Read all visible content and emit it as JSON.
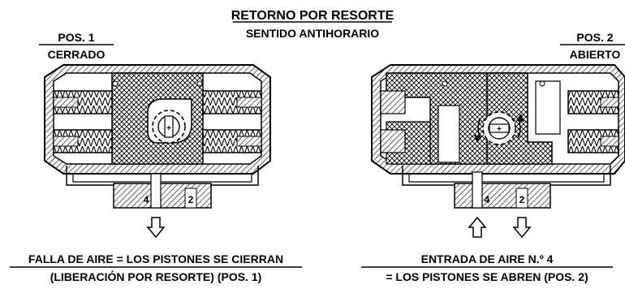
{
  "header": {
    "title": "RETORNO POR RESORTE",
    "subtitle": "SENTIDO ANTIHORARIO"
  },
  "left": {
    "pos_label": "POS. 1",
    "state_label": "CERRADO",
    "port_a": "4",
    "port_b": "2",
    "caption_line1": "FALLA DE AIRE = LOS PISTONES SE CIERRAN",
    "caption_line2": "(LIBERACIÓN POR RESORTE) (POS. 1)"
  },
  "right": {
    "pos_label": "POS. 2",
    "state_label": "ABIERTO",
    "port_a": "4",
    "port_b": "2",
    "caption_line1": "ENTRADA DE AIRE N.º 4",
    "caption_line2": "= LOS PISTONES SE ABREN (POS. 2)"
  },
  "icons": {
    "left_arrow": "arrow-down-icon",
    "right_arrow_in": "arrow-up-icon",
    "right_arrow_out": "arrow-down-icon",
    "rotation": "rotation-arrows-icon"
  }
}
